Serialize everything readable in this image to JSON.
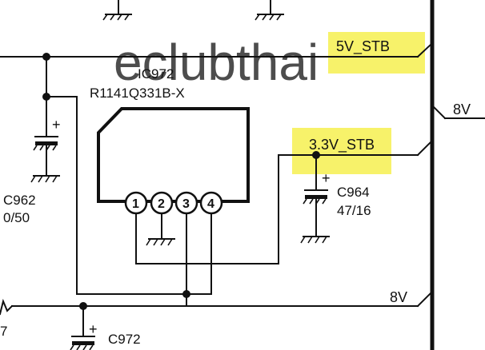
{
  "nets": {
    "stb_5v": "5V_STB",
    "stb_3v3": "3.3V_STB",
    "rail_8v_right": "8V",
    "rail_8v_bottom": "8V"
  },
  "ic": {
    "ref": "IC972",
    "part": "R1141Q331B-X",
    "pins": [
      "1",
      "2",
      "3",
      "4"
    ]
  },
  "capacitors": {
    "c962": {
      "ref": "C962",
      "value": "0/50",
      "polarity": "+"
    },
    "c964": {
      "ref": "C964",
      "value": "47/16",
      "polarity": "+"
    },
    "c972": {
      "ref": "C972",
      "polarity": "+"
    }
  },
  "edge_text": {
    "left_bottom": "7"
  },
  "watermark": "eclubthai",
  "colors": {
    "highlight": "#f7f26a",
    "watermark": "#b9b9e6",
    "ink": "#111111"
  }
}
